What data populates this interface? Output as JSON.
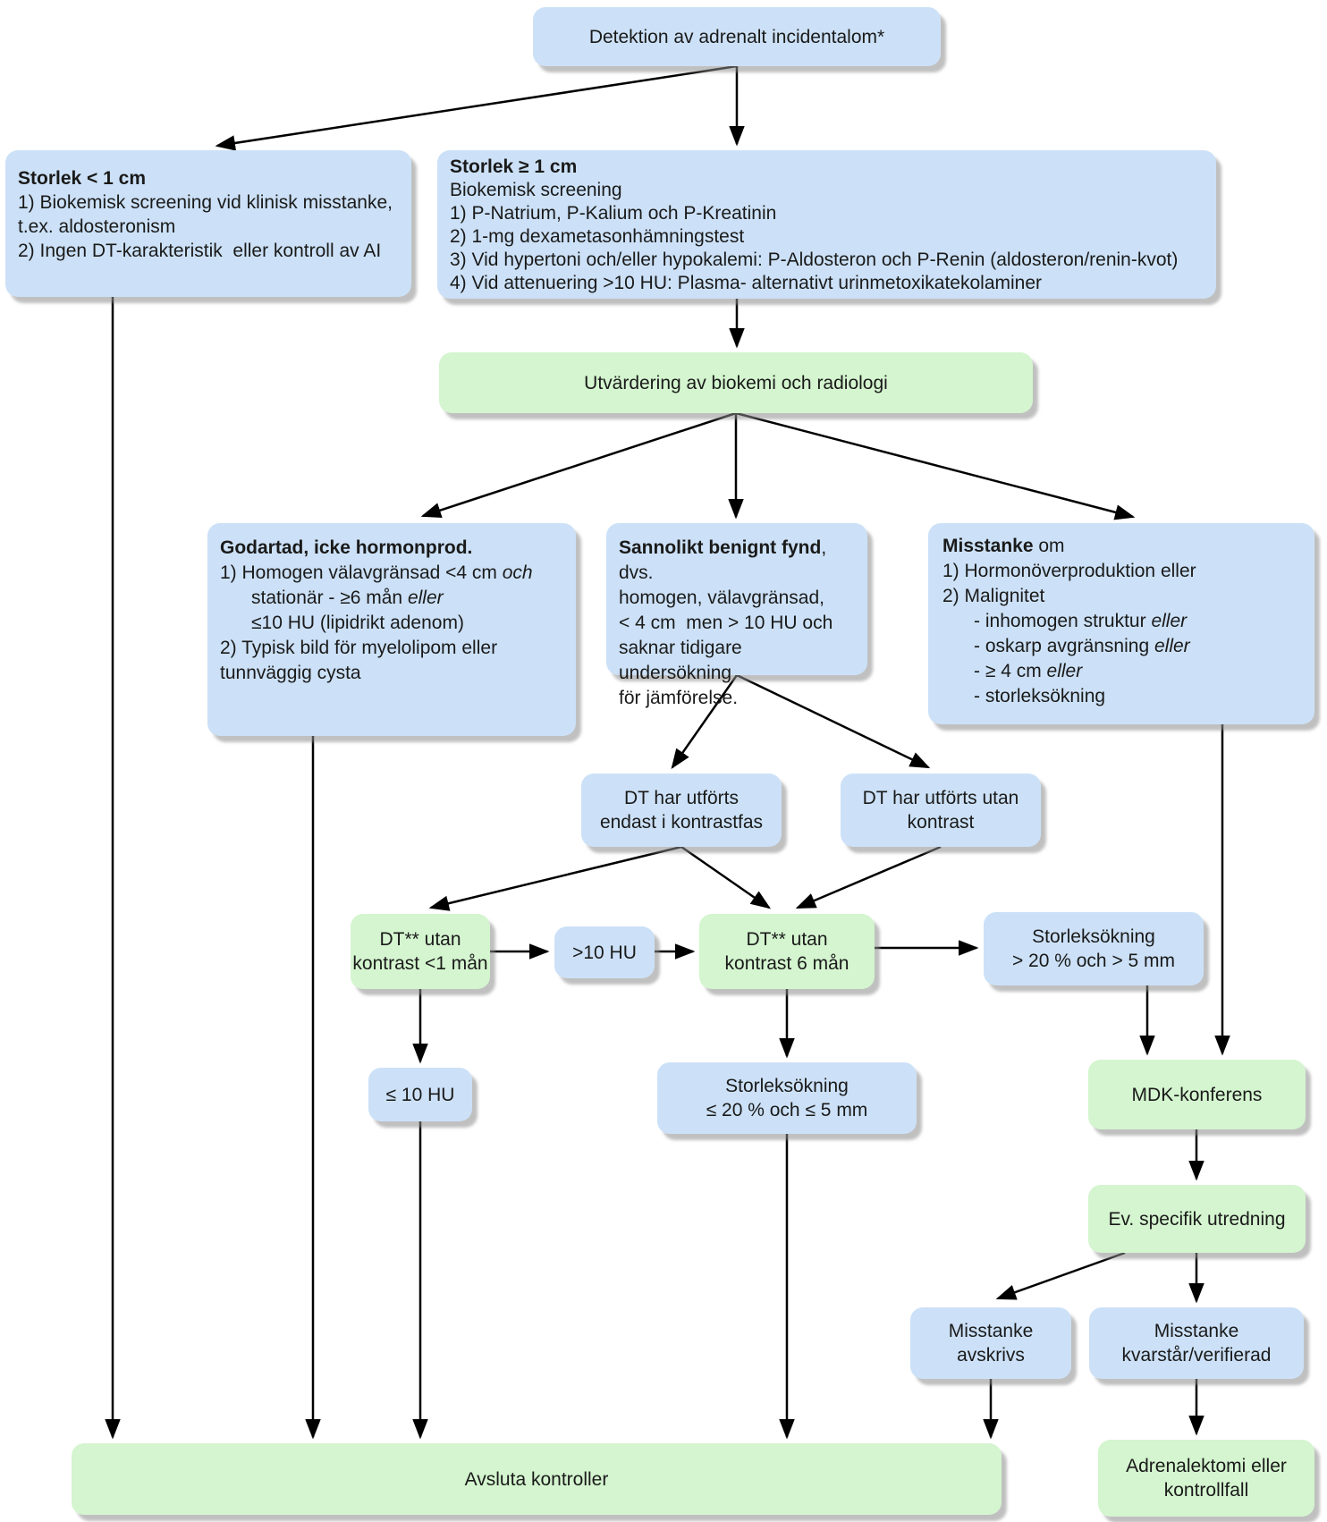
{
  "colors": {
    "node_blue": "#cce1f7",
    "node_green": "#d4f5cf",
    "arrow": "#000000",
    "text": "#1a1a1a"
  },
  "nodes": {
    "detektion": {
      "label": "Detektion av adrenalt incidentalom*"
    },
    "utvardering": {
      "label": "Utvärdering av biokemi och radiologi"
    },
    "dt_kontrastfas": {
      "label": "DT har utförts\nendast i kontrastfas"
    },
    "dt_utan_kontrast": {
      "label": "DT har utförts utan\nkontrast"
    },
    "dt_utan_kontrast_1man": {
      "label": "DT** utan\nkontrast <1 mån"
    },
    "gt_10_hu": {
      "label": ">10 HU"
    },
    "dt_utan_kontrast_6man": {
      "label": "DT** utan\nkontrast 6 mån"
    },
    "storleksokning_gt": {
      "label": "Storleksökning\n> 20 % och > 5 mm"
    },
    "le_10_hu": {
      "label": "≤ 10 HU"
    },
    "storleksokning_le": {
      "label": "Storleksökning\n≤ 20 % och ≤ 5 mm"
    },
    "mdk_konferens": {
      "label": "MDK-konferens"
    },
    "ev_specifik_utredning": {
      "label": "Ev. specifik utredning"
    },
    "misstanke_avskrivs": {
      "label": "Misstanke\navskrivs"
    },
    "misstanke_kvarstar": {
      "label": "Misstanke\nkvarstår/verifierad"
    },
    "avsluta_kontroller": {
      "label": "Avsluta kontroller"
    },
    "adrenalektomi": {
      "label": "Adrenalektomi eller\nkontrollfall"
    },
    "storlek_lt_1cm": {
      "lines": [
        [
          [
            "b",
            "Storlek < 1 cm"
          ]
        ],
        [
          [
            "",
            "1) Biokemisk screening vid klinisk misstanke,"
          ]
        ],
        [
          [
            "",
            "t.ex. aldosteronism"
          ]
        ],
        [
          [
            "",
            "2) Ingen DT-karakteristik  eller kontroll av AI"
          ]
        ]
      ]
    },
    "storlek_ge_1cm": {
      "lines": [
        [
          [
            "b",
            "Storlek ≥ 1 cm"
          ]
        ],
        [
          [
            "",
            "Biokemisk screening"
          ]
        ],
        [
          [
            "",
            "1) P-Natrium, P-Kalium och P-Kreatinin"
          ]
        ],
        [
          [
            "",
            "2) 1-mg dexametasonhämningstest"
          ]
        ],
        [
          [
            "",
            "3) Vid hypertoni och/eller hypokalemi: P-Aldosteron och P-Renin (aldosteron/renin-kvot)"
          ]
        ],
        [
          [
            "",
            "4) Vid attenuering >10 HU: Plasma- alternativt urinmetoxikatekolaminer"
          ]
        ]
      ]
    },
    "godartad": {
      "lines": [
        [
          [
            "b",
            "Godartad, icke hormonprod."
          ]
        ],
        [
          [
            "",
            "1) Homogen välavgränsad <4 cm "
          ],
          [
            "i",
            "och"
          ]
        ],
        [
          [
            "",
            "      stationär - ≥6 mån "
          ],
          [
            "i",
            "eller"
          ]
        ],
        [
          [
            "",
            "      ≤10 HU (lipidrikt adenom)"
          ]
        ],
        [
          [
            "",
            "2) Typisk bild för myelolipom eller"
          ]
        ],
        [
          [
            "",
            "tunnväggig cysta"
          ]
        ]
      ]
    },
    "sannolikt_benignt": {
      "lines": [
        [
          [
            "b",
            "Sannolikt benignt fynd"
          ],
          [
            "",
            ", dvs."
          ]
        ],
        [
          [
            "",
            "homogen, välavgränsad,"
          ]
        ],
        [
          [
            "",
            "< 4 cm  men > 10 HU och"
          ]
        ],
        [
          [
            "",
            "saknar tidigare undersökning"
          ]
        ],
        [
          [
            "",
            "för jämförelse."
          ]
        ]
      ]
    },
    "misstanke": {
      "lines": [
        [
          [
            "b",
            "Misstanke"
          ],
          [
            "",
            " om"
          ]
        ],
        [
          [
            "",
            "1) Hormonöverproduktion eller"
          ]
        ],
        [
          [
            "",
            "2) Malignitet"
          ]
        ],
        [
          [
            "",
            "      - inhomogen struktur "
          ],
          [
            "i",
            "eller"
          ]
        ],
        [
          [
            "",
            "      - oskarp avgränsning "
          ],
          [
            "i",
            "eller"
          ]
        ],
        [
          [
            "",
            "      - ≥ 4 cm "
          ],
          [
            "i",
            "eller"
          ]
        ],
        [
          [
            "",
            "      - storleksökning"
          ]
        ]
      ]
    }
  }
}
